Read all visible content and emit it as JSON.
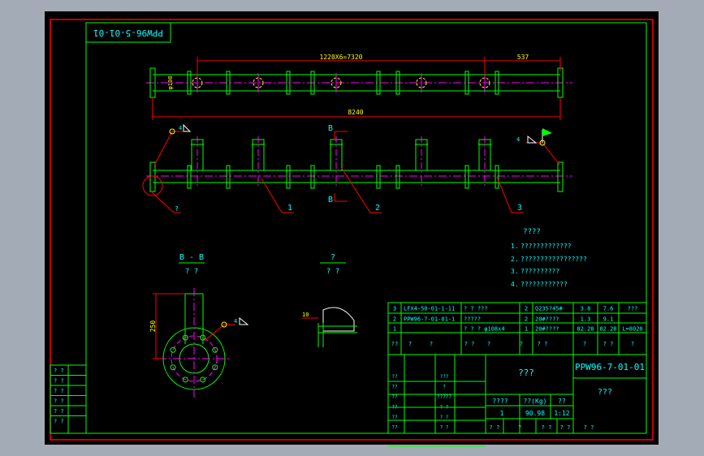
{
  "title_block_vertical": "PPW96-5-01-01",
  "top_view": {
    "dim_spacing": "1220X6=7320",
    "dim_end": "537",
    "dim_total": "8240",
    "dim_pipe_dia": "φ108"
  },
  "front_view": {
    "section_letter_top": "B",
    "section_letter_bottom": "B",
    "balloons": [
      "1",
      "2",
      "3"
    ],
    "weld_callout_left": "4",
    "weld_callout_right": "4",
    "weld_callout_left_q": "?"
  },
  "notes": {
    "heading": "????",
    "items": [
      {
        "num": "1.",
        "text": "?????????????"
      },
      {
        "num": "2.",
        "text": "?????????????????"
      },
      {
        "num": "3.",
        "text": "??????????"
      },
      {
        "num": "4.",
        "text": "????????????"
      }
    ]
  },
  "section_bb": {
    "label": "B - B",
    "scale": "? ?",
    "dim_height": "250",
    "weld_callout": "4"
  },
  "detail": {
    "label": "?",
    "scale": "? ?",
    "dim": "10"
  },
  "parts_rows": [
    {
      "no": "3",
      "code": "LFX4-50-01-1-11",
      "name": "? ?  ???",
      "qty": "2",
      "material": "Q235?45#",
      "w1": "3.8",
      "w2": "7.6",
      "note": "???"
    },
    {
      "no": "2",
      "code": "PPW96-7-01-01-1",
      "name": "?????",
      "qty": "2",
      "material": "20#????",
      "w1": "1.3",
      "w2": "9.1",
      "note": ""
    },
    {
      "no": "1",
      "code": "",
      "name": "? ? ? φ108x4",
      "qty": "1",
      "material": "20#????",
      "w1": "82.28",
      "w2": "82.28",
      "note": "L=8020"
    }
  ],
  "parts_header": [
    "??",
    "?",
    "?",
    "? ?",
    "?",
    "?",
    "? ?",
    "?",
    "? ?",
    "?"
  ],
  "title_block": {
    "drawing_name": "???",
    "drawing_code": "PPW96-7-01-01",
    "company": "???",
    "stage_label": "????",
    "weight_label": "??(Kg)",
    "scale_label": "??",
    "stage_value": "1",
    "weight_value": "90.98",
    "scale_value": "1:12",
    "bottom_row": [
      "? ?",
      "?",
      "? ?",
      "? ?",
      "? ?"
    ],
    "sign_rows": [
      "??",
      "??",
      "??",
      "??",
      "??",
      "??"
    ],
    "sign_mid": [
      "???",
      "?",
      "?????",
      "? ?",
      "? ?",
      "? ?"
    ]
  },
  "left_strip": [
    "? ?",
    "? ?",
    "? ?",
    "? ?",
    "? ?",
    "? ?"
  ],
  "colors": {
    "frame": "#00ff00",
    "outline": "#ffffff",
    "center": "#ff00ff",
    "dimension": "#ff0000",
    "text_cyan": "#00ffff",
    "yellow": "#ffff00",
    "background": "#000000"
  }
}
